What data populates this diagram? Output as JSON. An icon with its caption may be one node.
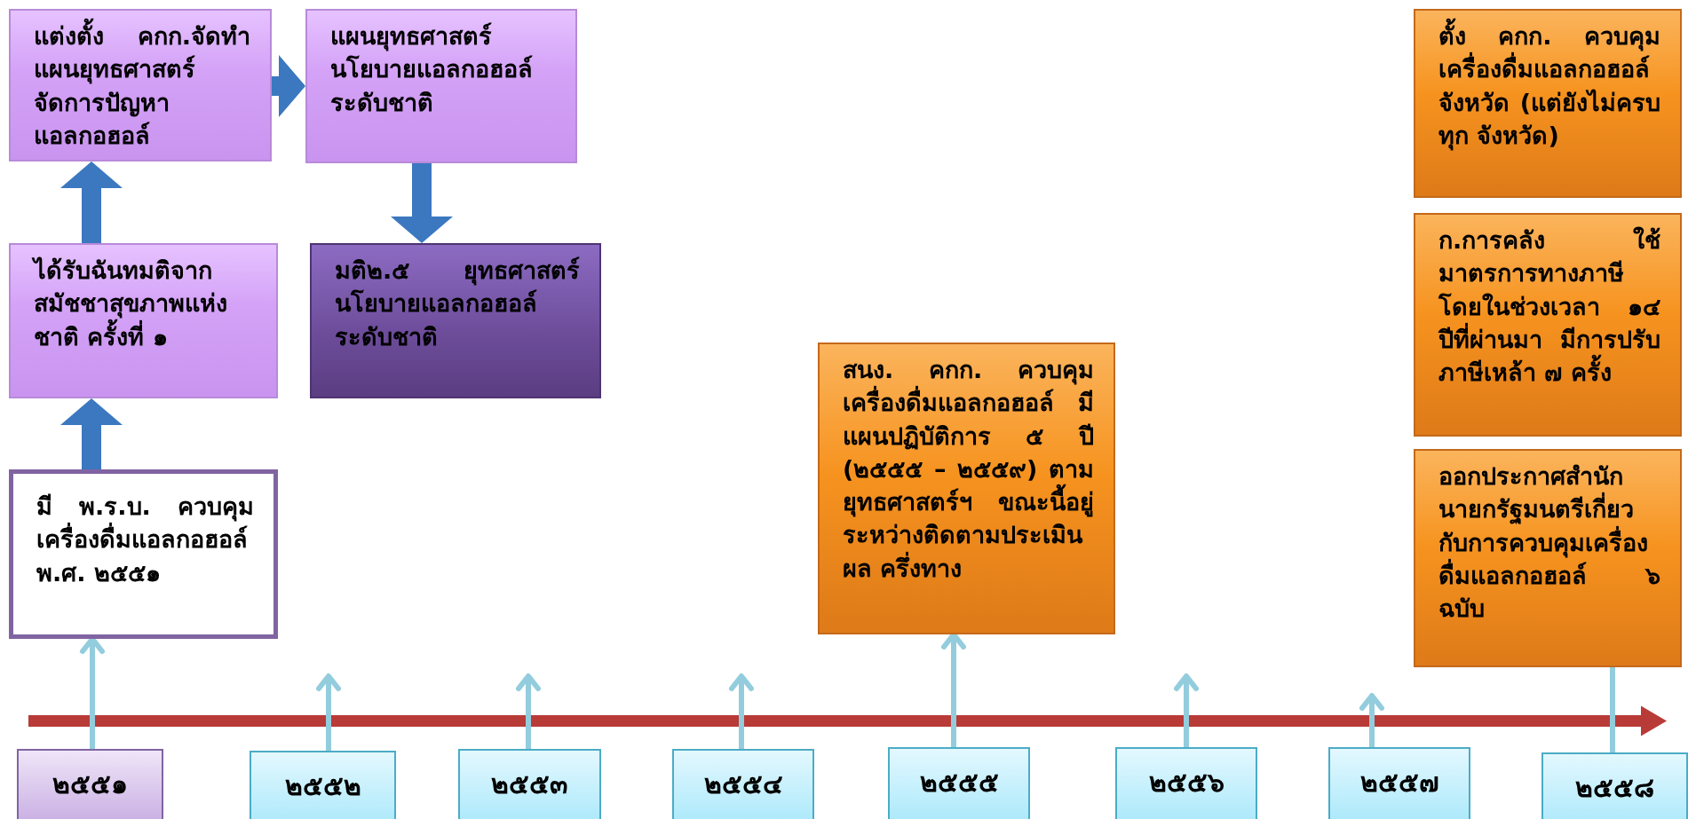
{
  "diagram": {
    "nodes": [
      {
        "text": [
          "แต่งตั้ง คกก.จัดทำแผนยุทธศาสตร์จัดการปัญหาแอลกอฮอล์"
        ]
      },
      {
        "text": [
          "แผนยุทธศาสตร์นโยบายแอลกอฮอล์ระดับชาติ"
        ]
      },
      {
        "text": [
          "ได้รับฉันทมติจากสมัชชาสุขภาพแห่งชาติ ครั้งที่ ๑"
        ]
      },
      {
        "text": [
          "มติ๒.๕ ยุทธศาสตร์นโยบายแอลกอฮอล์ระดับชาติ"
        ]
      },
      {
        "text": [
          "มี พ.ร.บ. ควบคุมเครื่องดื่มแอลกอฮอล์ พ.ศ. ๒๕๕๑"
        ]
      },
      {
        "text": [
          "สนง. คกก. ควบคุมเครื่องดื่มแอลกอฮอล์ มี แผนปฏิบัติการ ๕ ปี (๒๕๕๕ – ๒๕๕๙) ตามยุทธศาสตร์ฯ ขณะนี้อยู่ระหว่างติดตามประเมินผล ครึ่งทาง"
        ]
      },
      {
        "text": [
          "ตั้ง คกก. ควบคุมเครื่องดื่มแอลกอฮอล์จังหวัด (แต่ยังไม่ครบทุก จังหวัด)"
        ]
      },
      {
        "text": [
          "ก.การคลัง ใช้มาตรการทางภาษีโดยในช่วงเวลา ๑๔ ปีที่ผ่านมา มีการปรับภาษีเหล้า ๗ ครั้ง"
        ]
      },
      {
        "text": [
          "ออกประกาศสำนักนายกรัฐมนตรีเกี่ยวกับการควบคุมเครื่องดื่มแอลกอฮอล์ ๖ ฉบับ"
        ]
      },
      {
        "text": [
          "๒๕๕๑"
        ]
      },
      {
        "text": [
          "๒๕๕๒"
        ]
      },
      {
        "text": [
          "๒๕๕๓"
        ]
      },
      {
        "text": [
          "๒๕๕๔"
        ]
      },
      {
        "text": [
          "๒๕๕๕"
        ]
      },
      {
        "text": [
          "๒๕๕๖"
        ]
      },
      {
        "text": [
          "๒๕๕๗"
        ]
      },
      {
        "text": [
          "๒๕๕๘"
        ]
      }
    ],
    "edges": [
      {
        "from": 9,
        "to": 4,
        "arrow": "to"
      },
      {
        "from": 4,
        "to": 2,
        "arrow": "to",
        "style": "thick",
        "color": "#3b78c0"
      },
      {
        "from": 2,
        "to": 0,
        "arrow": "to",
        "style": "thick",
        "color": "#3b78c0"
      },
      {
        "from": 0,
        "to": 1,
        "arrow": "to",
        "style": "thick",
        "color": "#3b78c0"
      },
      {
        "from": 1,
        "to": 3,
        "arrow": "to",
        "style": "thick",
        "color": "#3b78c0"
      },
      {
        "from": 10,
        "to": null,
        "arrow": "to"
      },
      {
        "from": 11,
        "to": null,
        "arrow": "to"
      },
      {
        "from": 12,
        "to": null,
        "arrow": "to"
      },
      {
        "from": 13,
        "to": 5,
        "arrow": "to"
      },
      {
        "from": 14,
        "to": null,
        "arrow": "to"
      },
      {
        "from": 15,
        "to": null,
        "arrow": "to"
      },
      {
        "from": 16,
        "to": 8,
        "arrow": "none"
      }
    ]
  }
}
